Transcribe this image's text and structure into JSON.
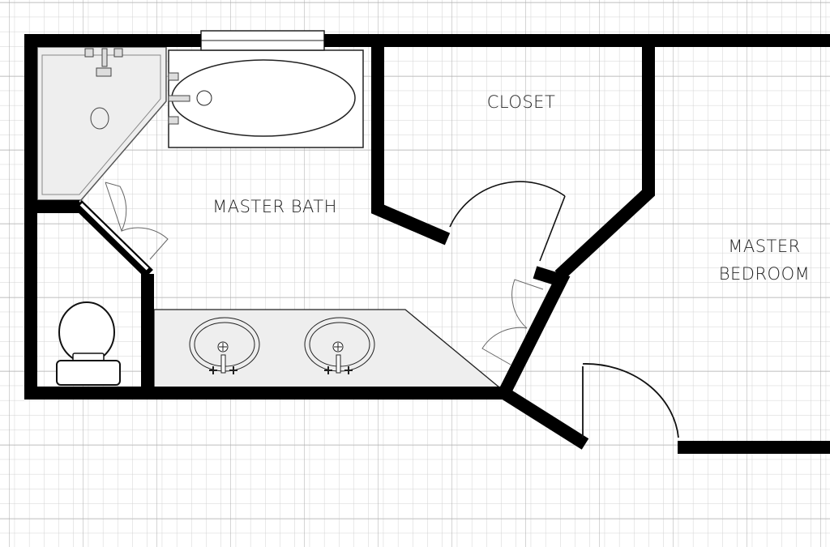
{
  "rooms": {
    "closet": "CLOSET",
    "master_bath": "MASTER BATH",
    "master_bedroom_line1": "MASTER",
    "master_bedroom_line2": "BEDROOM"
  },
  "colors": {
    "wall": "#000000",
    "fixture_fill": "#eeeeee",
    "grid_minor": "#cfcfcf",
    "grid_major": "#a8a8a8"
  }
}
